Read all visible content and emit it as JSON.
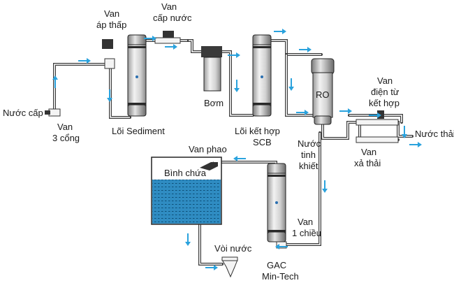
{
  "labels": {
    "van_ap_thap": [
      "Van",
      "áp thấp"
    ],
    "van_cap_nuoc": [
      "Van",
      "cấp nước"
    ],
    "nuoc_cap": "Nước cấp",
    "van_3_cong": [
      "Van",
      "3 cổng"
    ],
    "loi_sediment": "Lõi Sediment",
    "bom": "Bơm",
    "loi_ket_hop": [
      "Lõi kết hợp",
      "SCB"
    ],
    "ro": "RO",
    "van_dien_tu": [
      "Van",
      "điện từ",
      "kết hợp"
    ],
    "nuoc_thai": "Nước thải",
    "van_xa_thai": [
      "Van",
      "xả thải"
    ],
    "nuoc_tinh_khiet": [
      "Nước",
      "tinh",
      "khiết"
    ],
    "van_phao": "Van phao",
    "binh_chua": "Bình chứa",
    "van_1_chieu": [
      "Van",
      "1 chiều"
    ],
    "voi_nuoc": "Vòi nước",
    "gac": [
      "GAC",
      "Min-Tech"
    ]
  },
  "colors": {
    "water": "#2f8cc2",
    "arrow": "#2aa2dd",
    "pipe": "#3a3a3a"
  }
}
